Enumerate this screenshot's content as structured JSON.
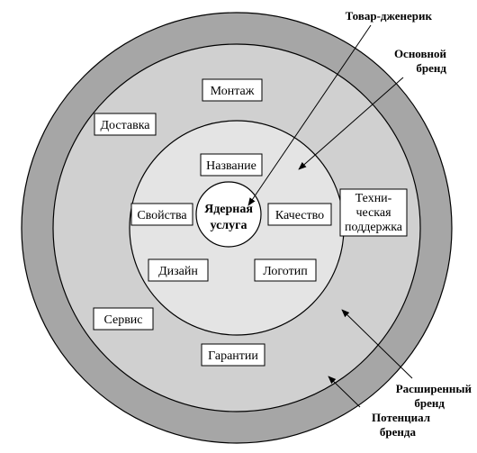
{
  "colors": {
    "outer_ring": "#a6a6a6",
    "middle_ring": "#d0d0d0",
    "inner_ring": "#e4e4e4",
    "core": "#ffffff",
    "box_fill": "#ffffff",
    "stroke": "#000000"
  },
  "core": {
    "line1": "Ядерная",
    "line2": "услуга"
  },
  "labels": {
    "montazh": "Монтаж",
    "dostavka": "Доставка",
    "nazvanie": "Название",
    "svoistva": "Свойства",
    "kachestvo": "Качество",
    "dizain": "Дизайн",
    "logotip": "Логотип",
    "tekh1": "Техни-",
    "tekh2": "ческая",
    "tekh3": "поддержка",
    "servis": "Сервис",
    "garantii": "Гарантии"
  },
  "annotations": {
    "tovar_dzhenerik": "Товар-дженерик",
    "osnovnoi_1": "Основной",
    "osnovnoi_2": "бренд",
    "rasshirennyi_1": "Расширенный",
    "rasshirennyi_2": "бренд",
    "potentsial_1": "Потенциал",
    "potentsial_2": "бренда"
  }
}
